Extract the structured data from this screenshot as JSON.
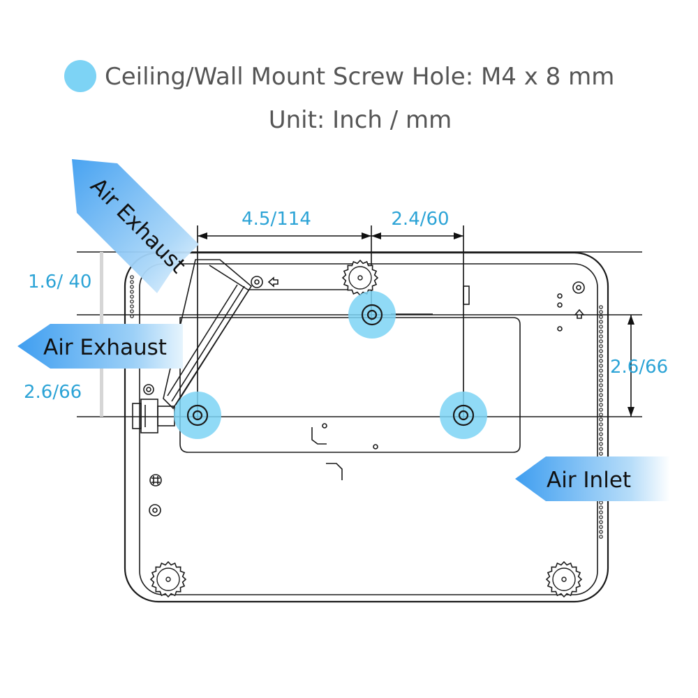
{
  "legend": {
    "screw_hole_text": "Ceiling/Wall Mount Screw Hole: M4 x 8 mm",
    "unit_text": "Unit: Inch / mm",
    "hole_color": "#7dd3f5"
  },
  "dimensions": {
    "top_left_span": "4.5/114",
    "top_right_span": "2.4/60",
    "left_upper": "1.6/ 40",
    "left_lower": "2.6/66",
    "right_vertical": "2.6/66"
  },
  "airflow": {
    "exhaust_diagonal": "Air Exhaust",
    "exhaust_left": "Air Exhaust",
    "inlet_right": "Air Inlet",
    "arrow_color": "#4aa8f0"
  }
}
